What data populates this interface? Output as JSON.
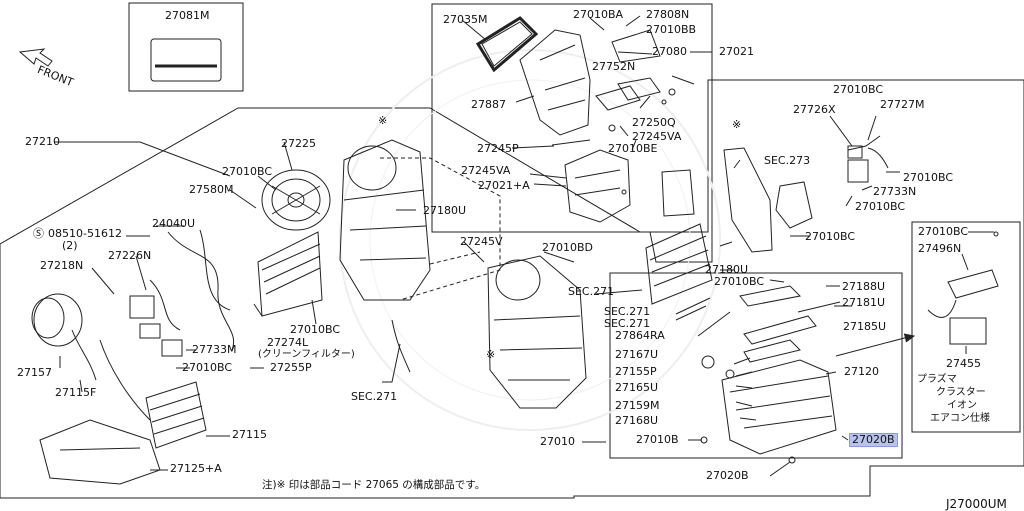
{
  "diagram": {
    "direction": "FRONT",
    "highlight_color": "#b8c2ee",
    "diagram_id": "J27000UM",
    "labels": {
      "p27081M": "27081M",
      "p27035M": "27035M",
      "p27010BA": "27010BA",
      "p27808N": "27808N",
      "p27010BB": "27010BB",
      "p27080": "27080",
      "p27021": "27021",
      "p27752N": "27752N",
      "p27887": "27887",
      "p27250Q": "27250Q",
      "p27245VA_a": "27245VA",
      "p27245P": "27245P",
      "p27010BE": "27010BE",
      "p27245VA_b": "27245VA",
      "p27021A": "27021+A",
      "p27210": "27210",
      "p27225": "27225",
      "p27010BC_a": "27010BC",
      "p27580M": "27580M",
      "p27180U_a": "27180U",
      "p08510": "08510-51612",
      "p08510qty": "(2)",
      "p24040U": "24040U",
      "p27218N": "27218N",
      "p27226N": "27226N",
      "p27245V": "27245V",
      "p27010BD": "27010BD",
      "p27010BC_b": "27010BC",
      "p27274L": "27274L",
      "p27274Lnote": "(クリーンフィルター)",
      "p27733M": "27733M",
      "p27010BC_c": "27010BC",
      "p27255P": "27255P",
      "p27157": "27157",
      "p27115F": "27115F",
      "p27115": "27115",
      "p27125A": "27125+A",
      "sec271_a": "SEC.271",
      "sec271_b": "SEC.271",
      "sec271_c": "SEC.271",
      "sec271_d": "SEC.271",
      "sec273": "SEC.273",
      "p27010BC_d": "27010BC",
      "p27726X": "27726X",
      "p27727M": "27727M",
      "p27010BC_e": "27010BC",
      "p27733N": "27733N",
      "p27010BC_f": "27010BC",
      "p27010BC_g": "27010BC",
      "p27180U_b": "27180U",
      "p27010BC_h": "27010BC",
      "p27010BC_i": "27010BC",
      "p27496N": "27496N",
      "p27188U": "27188U",
      "p27181U": "27181U",
      "p27864RA": "27864RA",
      "p27185U": "27185U",
      "p27167U": "27167U",
      "p27155P": "27155P",
      "p27165U": "27165U",
      "p27159M": "27159M",
      "p27168U": "27168U",
      "p27120": "27120",
      "p27010": "27010",
      "p27010B": "27010B",
      "p27020B_hl": "27020B",
      "p27020B": "27020B",
      "p27455": "27455",
      "plasma1": "プラズマ",
      "plasma2": "クラスター",
      "plasma3": "イオン",
      "plasma4": "エアコン仕様",
      "footnote": "注)※ 印は部品コード 27065 の構成部品です。"
    }
  }
}
